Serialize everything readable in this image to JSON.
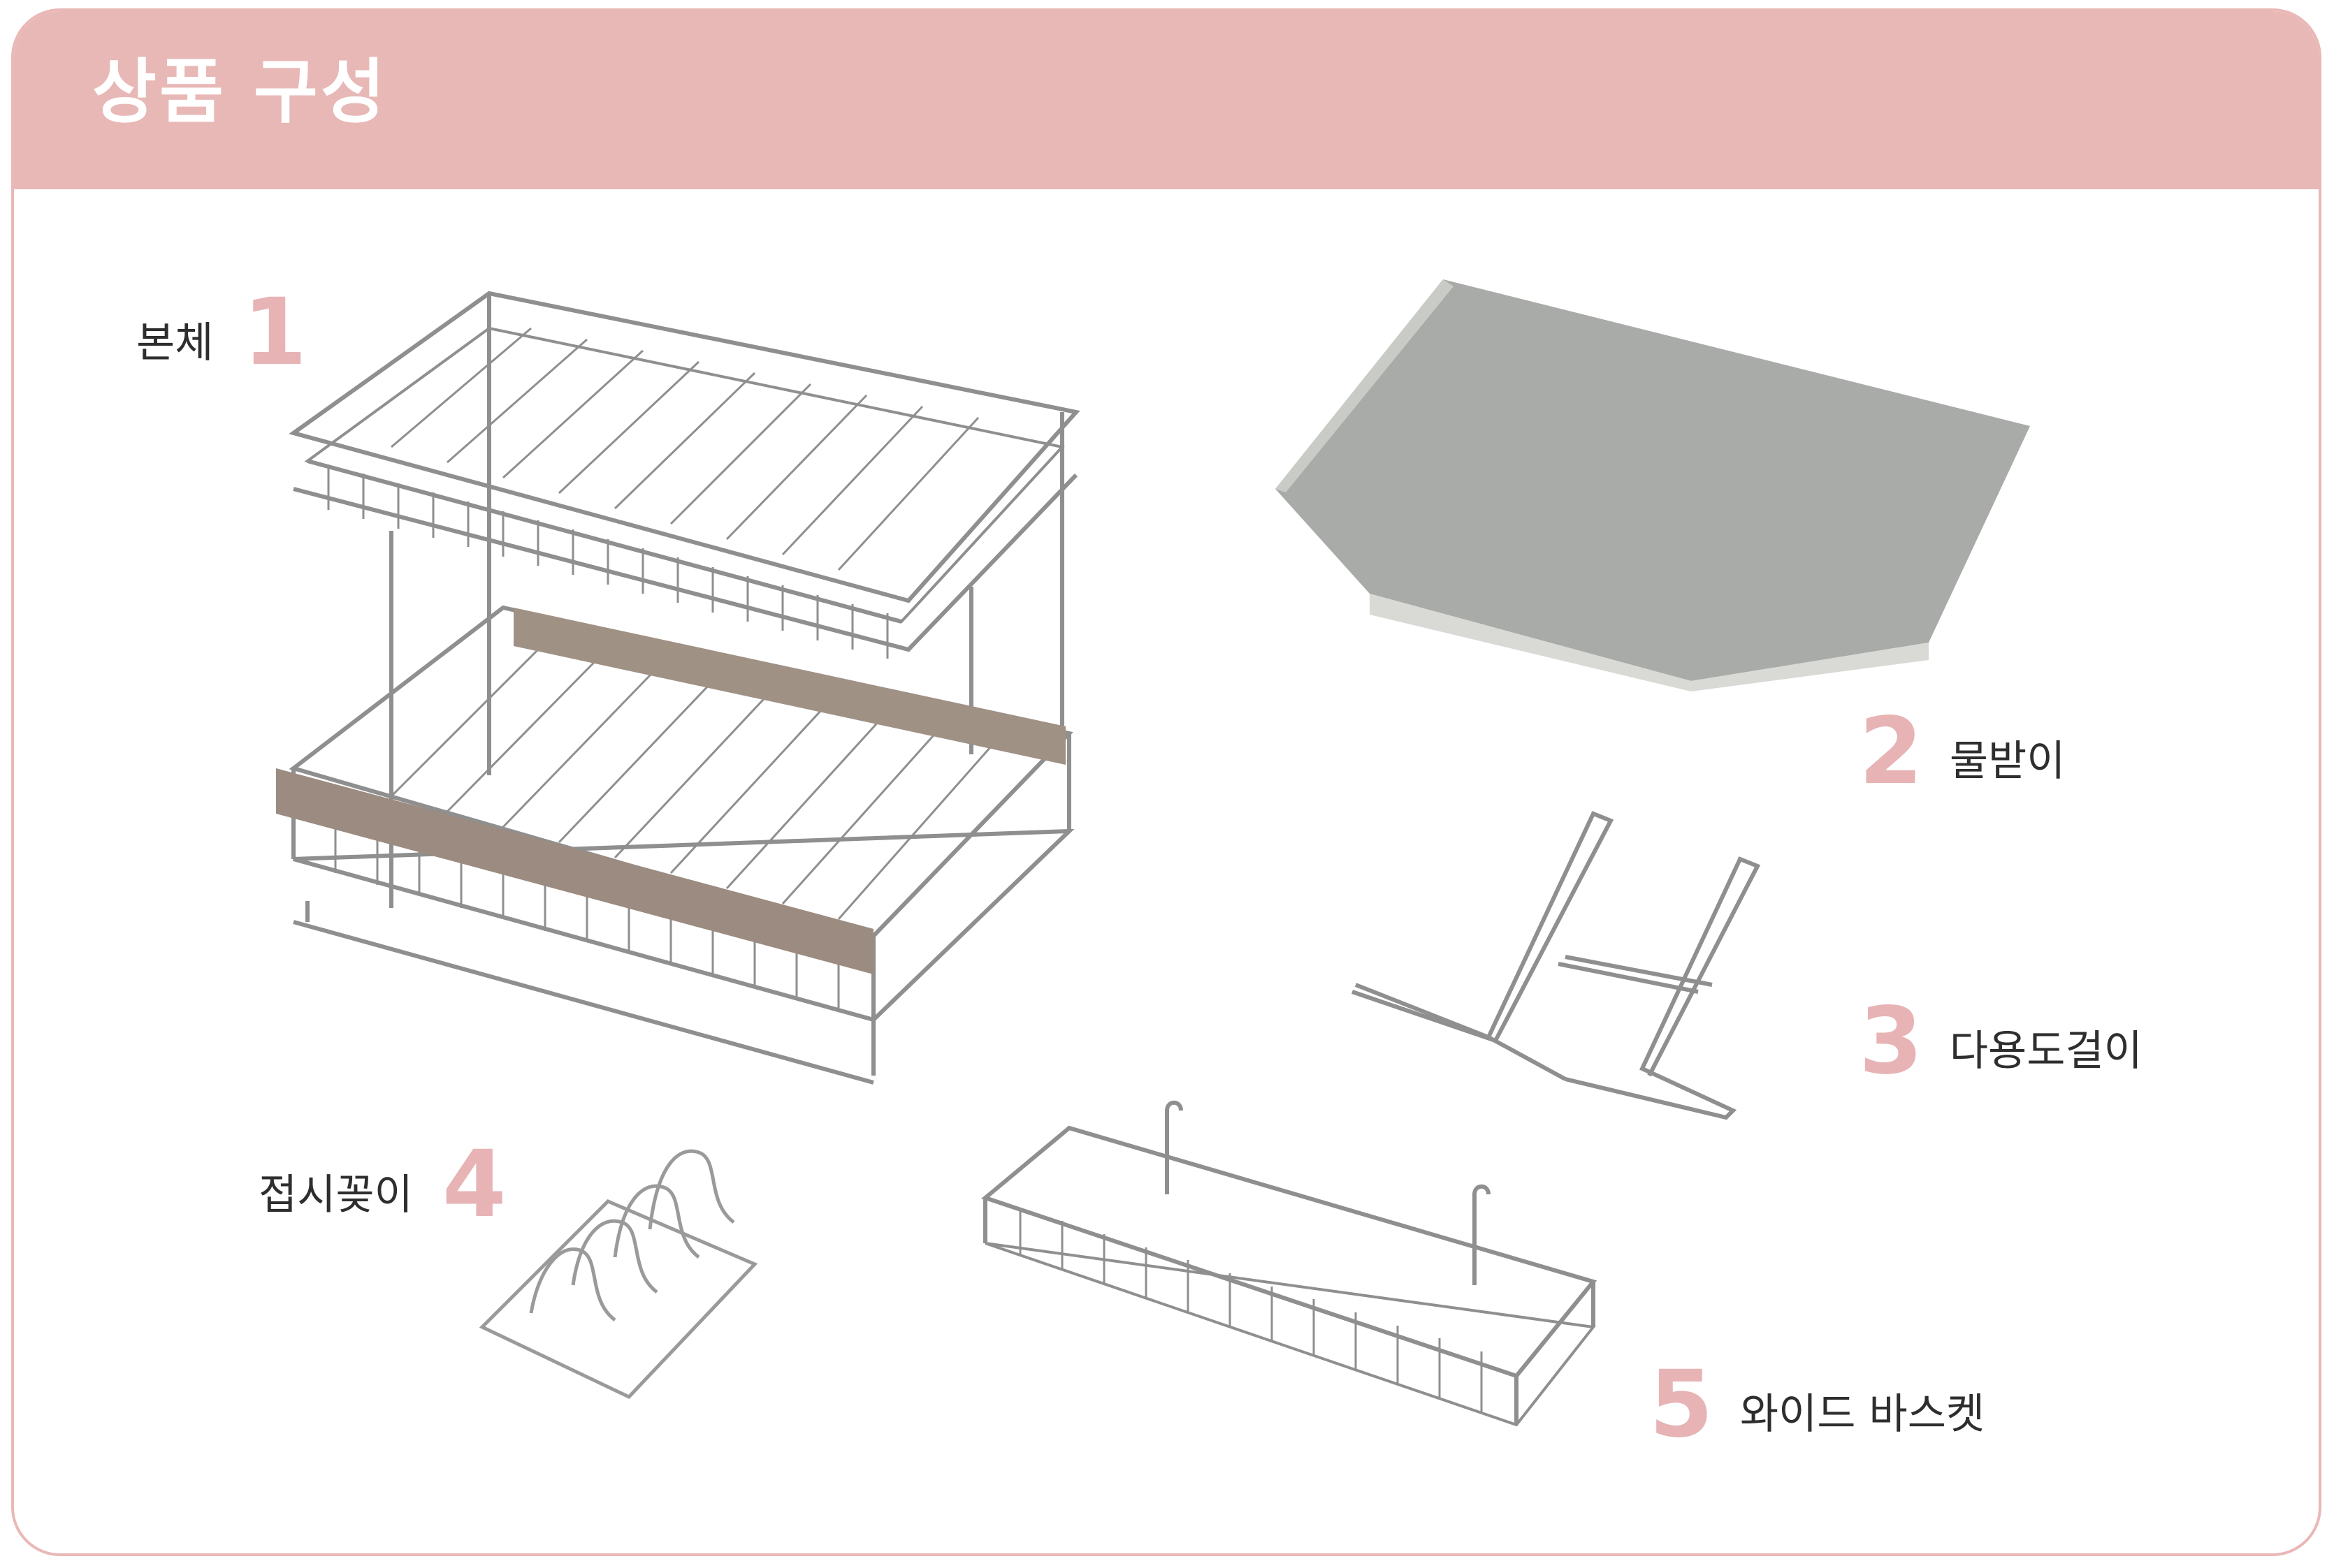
{
  "header": {
    "title": "상품 구성"
  },
  "items": [
    {
      "number": "1",
      "name": "본체"
    },
    {
      "number": "2",
      "name": "물받이"
    },
    {
      "number": "3",
      "name": "다용도걸이"
    },
    {
      "number": "4",
      "name": "접시꽂이"
    },
    {
      "number": "5",
      "name": "와이드 바스켓"
    }
  ],
  "colors": {
    "header_bg": "#e8b8b6",
    "number_pink": "#e7b3b4",
    "tray_gray": "#a8aba7",
    "band_taupe": "#9b8b80",
    "wire": "#8f8f8f"
  }
}
